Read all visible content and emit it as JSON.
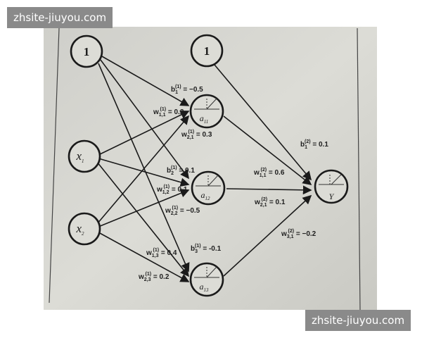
{
  "watermarks": {
    "top": "zhsite-jiuyou.com",
    "bottom": "zhsite-jiuyou.com"
  },
  "nodes": {
    "input_bias": "1",
    "x1": {
      "sym": "x",
      "sub": "1"
    },
    "x2": {
      "sym": "x",
      "sub": "2"
    },
    "hidden_bias": "1",
    "a11": {
      "sym": "a",
      "sub": "11"
    },
    "a12": {
      "sym": "a",
      "sub": "12"
    },
    "a13": {
      "sym": "a",
      "sub": "13"
    },
    "output": "Y"
  },
  "labels": {
    "b1_1": {
      "sym": "b",
      "sub": "1",
      "sup": "(1)",
      "value": " = −0.5"
    },
    "w11_1": {
      "sym": "w",
      "sub": "1,1",
      "sup": "(1)",
      "value": " = 0.2"
    },
    "w21_1": {
      "sym": "w",
      "sub": "2,1",
      "sup": "(1)",
      "value": " = 0.3"
    },
    "b2_1": {
      "sym": "b",
      "sub": "2",
      "sup": "(1)",
      "value": " = 0.1"
    },
    "w12_1": {
      "sym": "w",
      "sub": "1,2",
      "sup": "(1)",
      "value": " = 0.1"
    },
    "w22_1": {
      "sym": "w",
      "sub": "2,2",
      "sup": "(1)",
      "value": " = −0.5"
    },
    "w13_1": {
      "sym": "w",
      "sub": "1,3",
      "sup": "(1)",
      "value": " = 0.4"
    },
    "b3_1": {
      "sym": "b",
      "sub": "3",
      "sup": "(1)",
      "value": " = -0.1"
    },
    "w23_1": {
      "sym": "w",
      "sub": "2,3",
      "sup": "(1)",
      "value": " = 0.2"
    },
    "b1_2": {
      "sym": "b",
      "sub": "1",
      "sup": "(2)",
      "value": " = 0.1"
    },
    "w11_2": {
      "sym": "w",
      "sub": "1,1",
      "sup": "(2)",
      "value": " = 0.6"
    },
    "w21_2": {
      "sym": "w",
      "sub": "2,1",
      "sup": "(2)",
      "value": " = 0.1"
    },
    "w31_2": {
      "sym": "w",
      "sub": "3,1",
      "sup": "(2)",
      "value": " = −0.2"
    }
  },
  "colors": {
    "paper": "#d9d8d2",
    "ink": "#1a1a1a",
    "watermark_bg": "#8a8a8a"
  }
}
